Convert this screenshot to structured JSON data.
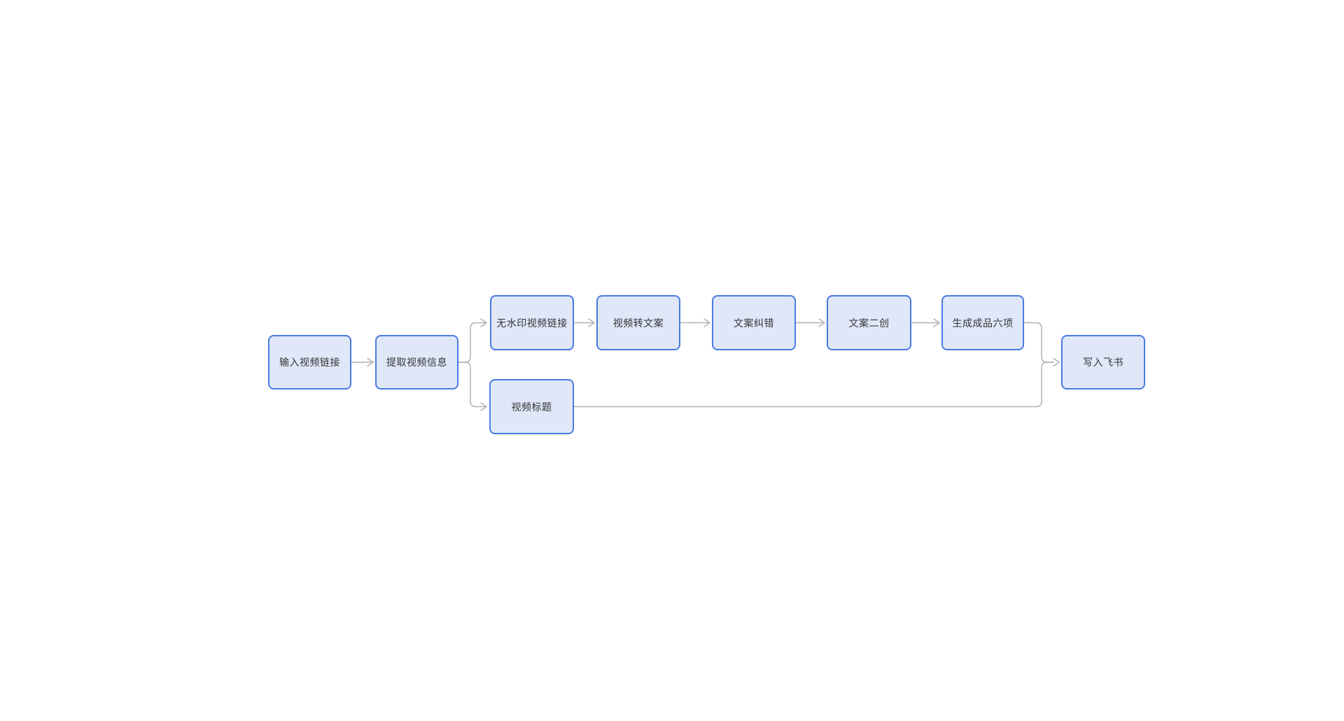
{
  "diagram": {
    "nodes": [
      {
        "id": "input-video-link",
        "label": "输入视频链接"
      },
      {
        "id": "extract-video-info",
        "label": "提取视频信息"
      },
      {
        "id": "no-watermark-link",
        "label": "无水印视频链接"
      },
      {
        "id": "video-to-copy",
        "label": "视频转文案"
      },
      {
        "id": "copy-proofread",
        "label": "文案纠错"
      },
      {
        "id": "copy-recreate",
        "label": "文案二创"
      },
      {
        "id": "generate-six-outputs",
        "label": "生成成品六项"
      },
      {
        "id": "video-title",
        "label": "视频标题"
      },
      {
        "id": "write-to-feishu",
        "label": "写入飞书"
      }
    ],
    "edges": [
      {
        "from": "输入视频链接",
        "to": "提取视频信息"
      },
      {
        "from": "提取视频信息",
        "to": "无水印视频链接"
      },
      {
        "from": "提取视频信息",
        "to": "视频标题"
      },
      {
        "from": "无水印视频链接",
        "to": "视频转文案"
      },
      {
        "from": "视频转文案",
        "to": "文案纠错"
      },
      {
        "from": "文案纠错",
        "to": "文案二创"
      },
      {
        "from": "文案二创",
        "to": "生成成品六项"
      },
      {
        "from": "生成成品六项",
        "to": "写入飞书"
      },
      {
        "from": "视频标题",
        "to": "写入飞书"
      }
    ],
    "colors": {
      "background": "#ffffff",
      "node_fill": "#dfe7f8",
      "node_border": "#4a7be1",
      "node_text": "#333333",
      "connector": "#b1b1b1"
    }
  }
}
